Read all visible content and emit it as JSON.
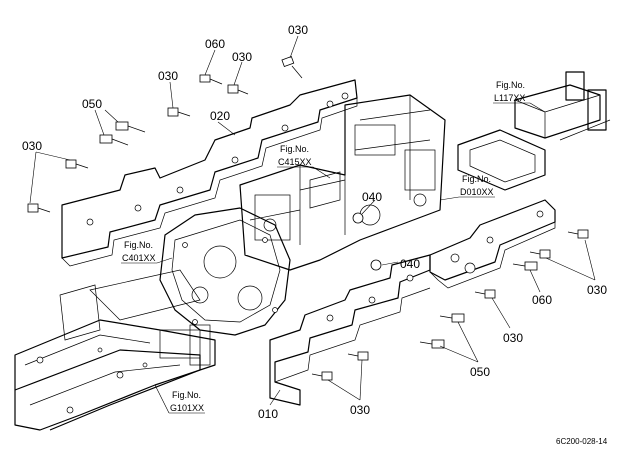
{
  "callouts": {
    "c030_top": "030",
    "c060_top": "060",
    "c030_top2": "030",
    "c030_mid": "030",
    "c050_left": "050",
    "c020": "020",
    "c030_left": "030",
    "c040_center": "040",
    "c040_lower": "040",
    "c060_right": "060",
    "c030_right": "030",
    "c030_right2": "030",
    "c050_bottom": "050",
    "c010": "010",
    "c030_bottom": "030"
  },
  "figrefs": {
    "l117": {
      "label": "Fig.No.",
      "code": "L117XX"
    },
    "c415": {
      "label": "Fig.No.",
      "code": "C415XX"
    },
    "d010": {
      "label": "Fig.No.",
      "code": "D010XX"
    },
    "c401": {
      "label": "Fig.No.",
      "code": "C401XX"
    },
    "g101": {
      "label": "Fig.No.",
      "code": "G101XX"
    }
  },
  "caption": "6C200-028-14"
}
